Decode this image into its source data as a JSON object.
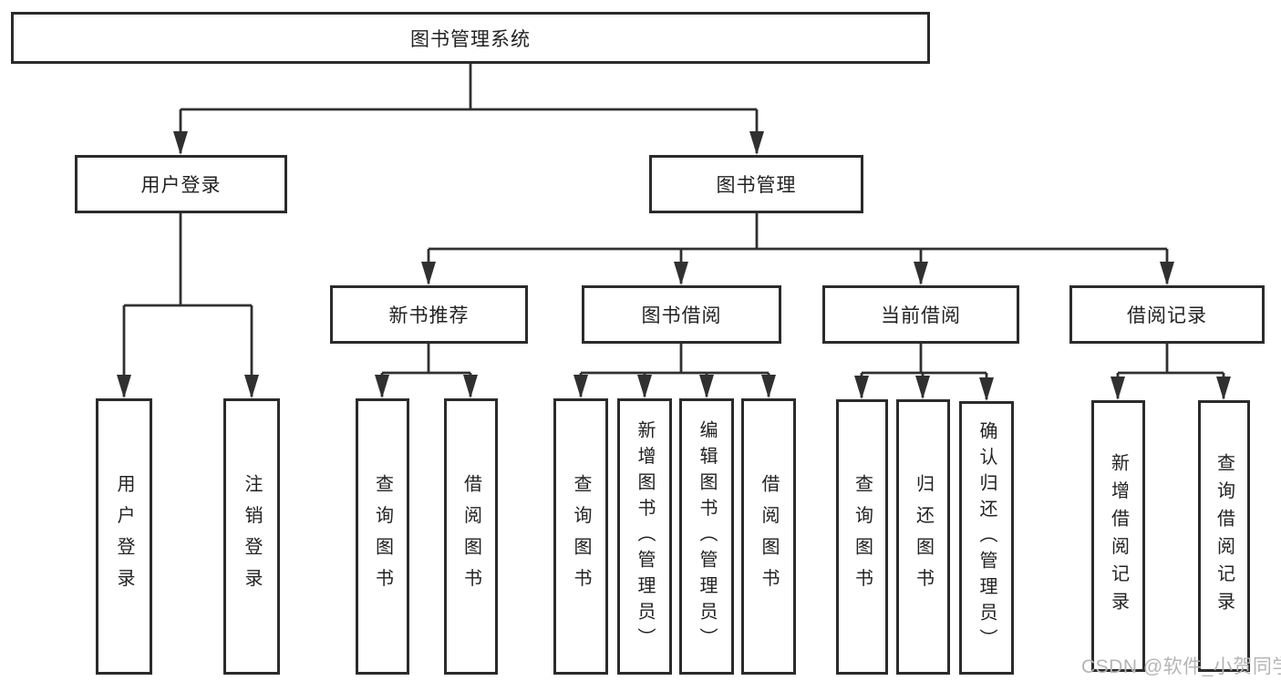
{
  "diagram_title": "图书管理系统",
  "tree": {
    "label": "图书管理系统",
    "children": [
      {
        "label": "用户登录",
        "children": [
          {
            "label": "用户登录"
          },
          {
            "label": "注销登录"
          }
        ]
      },
      {
        "label": "图书管理",
        "children": [
          {
            "label": "新书推荐",
            "children": [
              {
                "label": "查询图书"
              },
              {
                "label": "借阅图书"
              }
            ]
          },
          {
            "label": "图书借阅",
            "children": [
              {
                "label": "查询图书"
              },
              {
                "label": "新增图书（管理员）"
              },
              {
                "label": "编辑图书（管理员）"
              },
              {
                "label": "借阅图书"
              }
            ]
          },
          {
            "label": "当前借阅",
            "children": [
              {
                "label": "查询图书"
              },
              {
                "label": "归还图书"
              },
              {
                "label": "确认归还（管理员）"
              }
            ]
          },
          {
            "label": "借阅记录",
            "children": [
              {
                "label": "新增借阅记录"
              },
              {
                "label": "查询借阅记录"
              }
            ]
          }
        ]
      }
    ]
  },
  "watermark": {
    "text": "CSDN @软件_小贺同学",
    "color": "#b5b5b5"
  },
  "colors": {
    "line": "#303030",
    "box_border": "#2b2b2b",
    "text": "#222222",
    "background": "#ffffff"
  }
}
